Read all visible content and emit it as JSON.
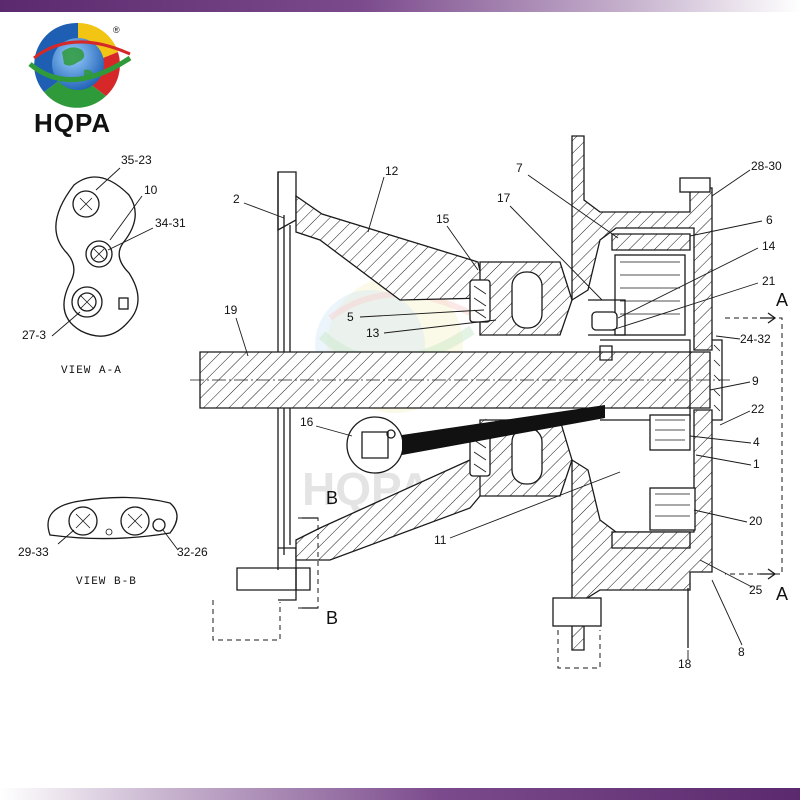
{
  "brand": {
    "name": "HQPA",
    "registered_mark": "®",
    "watermark_text": "HQPA"
  },
  "views": {
    "a_a_caption": "VIEW A-A",
    "b_b_caption": "VIEW B-B",
    "section_a": "A",
    "section_b": "B"
  },
  "callouts": {
    "c2": "2",
    "c12": "12",
    "c7": "7",
    "c17": "17",
    "c15": "15",
    "c28_30": "28-30",
    "c6": "6",
    "c14": "14",
    "c21": "21",
    "c5": "5",
    "c13": "13",
    "c19": "19",
    "c24_32": "24-32",
    "c9": "9",
    "c22": "22",
    "c4": "4",
    "c1": "1",
    "c16": "16",
    "c20": "20",
    "c11": "11",
    "c25": "25",
    "c8": "8",
    "c18": "18",
    "c35_23": "35-23",
    "c10": "10",
    "c34_31": "34-31",
    "c27_3": "27-3",
    "c29_33": "29-33",
    "c32_26": "32-26"
  },
  "colors": {
    "line": "#1a1a1a",
    "band_dark": "#5b2a6e",
    "band_light": "#c9b6d0",
    "logo_blue": "#1e5fb4",
    "logo_green": "#2e9a3a",
    "logo_red": "#d62828",
    "logo_yellow": "#f2c413",
    "watermark": "#cfcfcf"
  },
  "icons": {
    "logo": "hqpa-globe-logo-icon"
  }
}
